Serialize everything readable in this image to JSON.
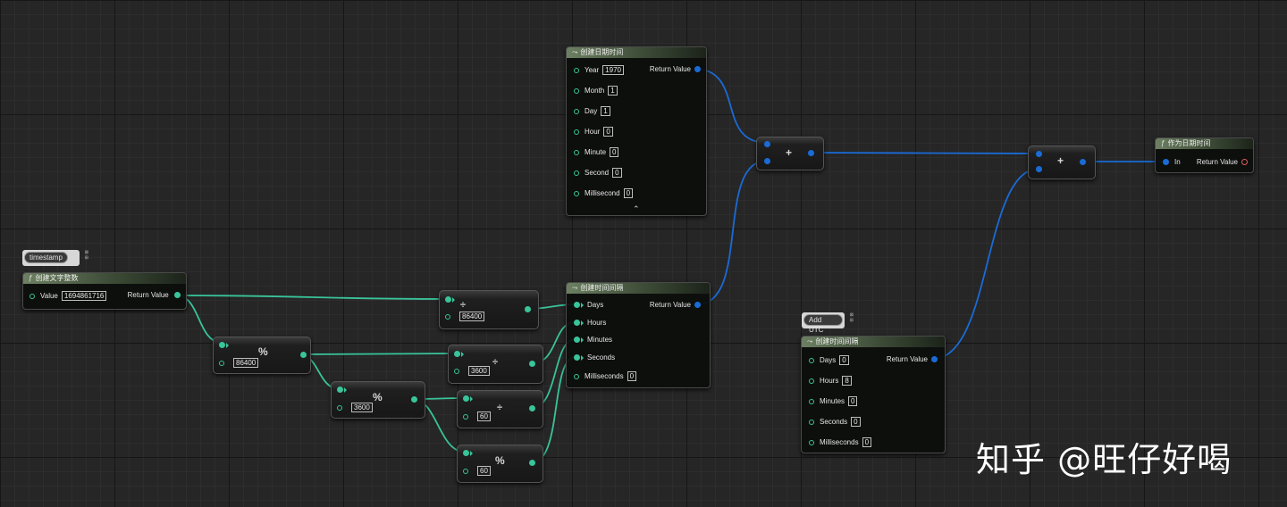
{
  "nodes": {
    "timestamp_comment": {
      "label": "timestamp"
    },
    "make_int": {
      "title": "创建文字整数",
      "value_label": "Value",
      "value": "1694861716",
      "return_label": "Return Value"
    },
    "make_datetime": {
      "title": "创建日期时间",
      "return_label": "Return Value",
      "pins": [
        {
          "label": "Year",
          "value": "1970"
        },
        {
          "label": "Month",
          "value": "1"
        },
        {
          "label": "Day",
          "value": "1"
        },
        {
          "label": "Hour",
          "value": "0"
        },
        {
          "label": "Minute",
          "value": "0"
        },
        {
          "label": "Second",
          "value": "0"
        },
        {
          "label": "Millisecond",
          "value": "0"
        }
      ],
      "expand_glyph": "⌃"
    },
    "make_timespan": {
      "title": "创建时间间隔",
      "return_label": "Return Value",
      "pins": [
        {
          "label": "Days",
          "value": ""
        },
        {
          "label": "Hours",
          "value": ""
        },
        {
          "label": "Minutes",
          "value": ""
        },
        {
          "label": "Seconds",
          "value": ""
        },
        {
          "label": "Milliseconds",
          "value": "0"
        }
      ]
    },
    "add_utc_comment": {
      "label": "Add UTC"
    },
    "make_timespan_utc": {
      "title": "创建时间间隔",
      "return_label": "Return Value",
      "pins": [
        {
          "label": "Days",
          "value": "0"
        },
        {
          "label": "Hours",
          "value": "8"
        },
        {
          "label": "Minutes",
          "value": "0"
        },
        {
          "label": "Seconds",
          "value": "0"
        },
        {
          "label": "Milliseconds",
          "value": "0"
        }
      ]
    },
    "as_datetime": {
      "title": "作为日期时间",
      "in_label": "In",
      "return_label": "Return Value"
    },
    "ops": {
      "mod_86400": {
        "symbol": "%",
        "value": "86400"
      },
      "div_86400": {
        "symbol": "÷",
        "value": "86400"
      },
      "div_3600": {
        "symbol": "÷",
        "value": "3600"
      },
      "mod_3600": {
        "symbol": "%",
        "value": "3600"
      },
      "div_60": {
        "symbol": "÷",
        "value": "60"
      },
      "mod_60": {
        "symbol": "%",
        "value": "60"
      },
      "add_1": {
        "symbol": "+"
      },
      "add_2": {
        "symbol": "+"
      }
    }
  },
  "watermark": "知乎 @旺仔好喝",
  "colors": {
    "int_pin": "#39c49a",
    "struct_pin": "#1a6bd6",
    "header": "#5a6e52"
  }
}
